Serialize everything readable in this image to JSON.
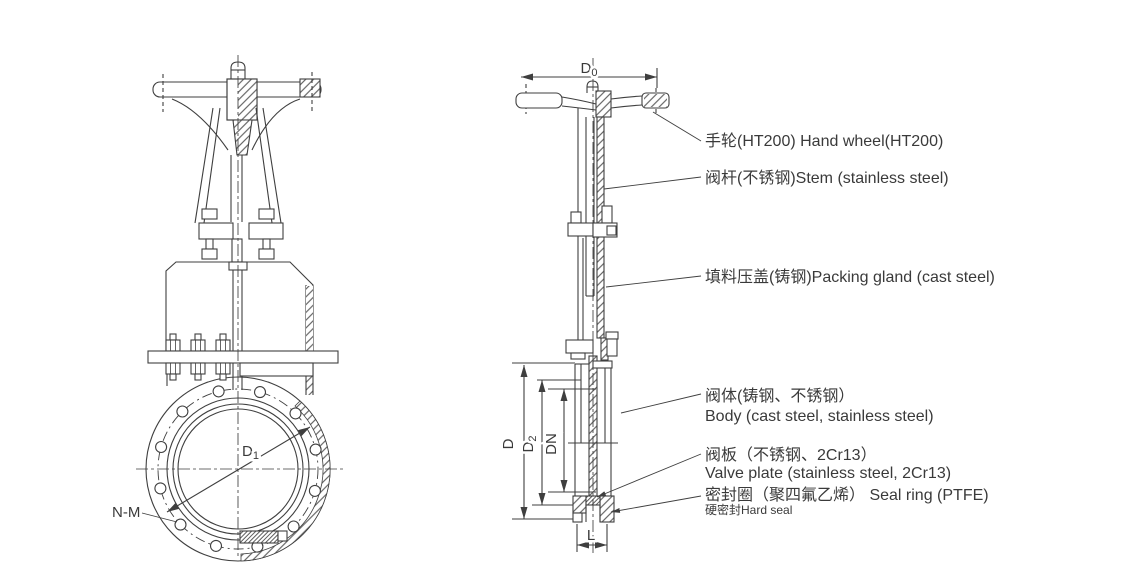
{
  "labels": {
    "hand_wheel": "手轮(HT200) Hand wheel(HT200)",
    "stem": "阀杆(不锈钢)Stem (stainless steel)",
    "packing_gland": "填料压盖(铸钢)Packing gland (cast steel)",
    "body_cn": "阀体(铸钢、不锈钢）",
    "body_en": "Body (cast steel, stainless steel)",
    "valve_plate_cn": "阀板（不锈钢、2Cr13）",
    "valve_plate_en": "Valve plate (stainless steel, 2Cr13)",
    "seal_ring": "密封圈（聚四氟乙烯） Seal ring (PTFE)",
    "hard_seal": "硬密封Hard seal"
  },
  "dimensions": {
    "d0": {
      "main": "D",
      "sub": "0"
    },
    "d1": {
      "main": "D",
      "sub": "1"
    },
    "d2": {
      "main": "D",
      "sub": "2"
    },
    "dn": "DN",
    "d": "D",
    "l": "L",
    "n_m": "N-M"
  },
  "colors": {
    "line": "#3f3f3f",
    "text": "#3a3a3a",
    "background": "#ffffff"
  }
}
